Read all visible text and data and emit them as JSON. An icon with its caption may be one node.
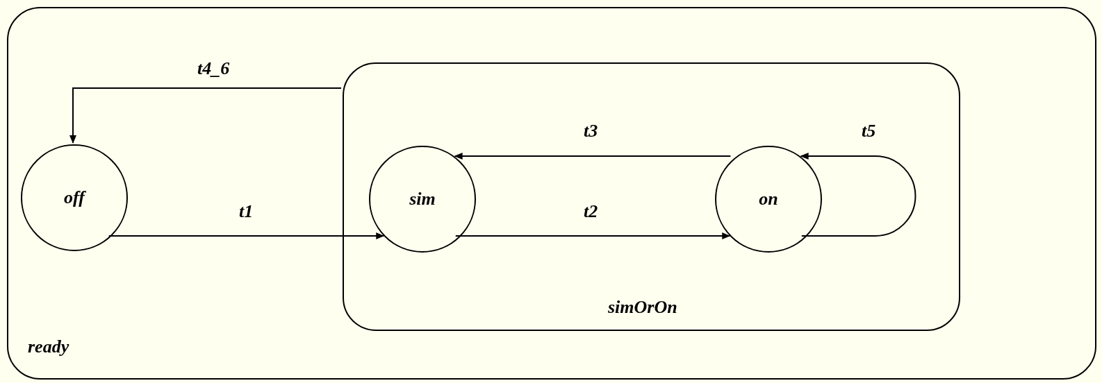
{
  "diagram": {
    "nodes": [
      {
        "text": [
          "ready"
        ]
      },
      {
        "text": [
          "off"
        ],
        "in": 0
      },
      {
        "text": [
          "simOrOn"
        ],
        "in": 0
      },
      {
        "text": [
          "sim"
        ],
        "in": 2
      },
      {
        "text": [
          "on"
        ],
        "in": 2
      }
    ],
    "edges": [
      {
        "from": 2,
        "to": 1,
        "arrow": "to",
        "label": "t4_6"
      },
      {
        "from": 1,
        "to": 3,
        "arrow": "to",
        "label": "t1"
      },
      {
        "from": 3,
        "to": 4,
        "arrow": "to",
        "label": "t2"
      },
      {
        "from": 4,
        "to": 3,
        "arrow": "to",
        "label": "t3"
      },
      {
        "from": 4,
        "to": 4,
        "arrow": "to",
        "label": "t5"
      }
    ]
  }
}
